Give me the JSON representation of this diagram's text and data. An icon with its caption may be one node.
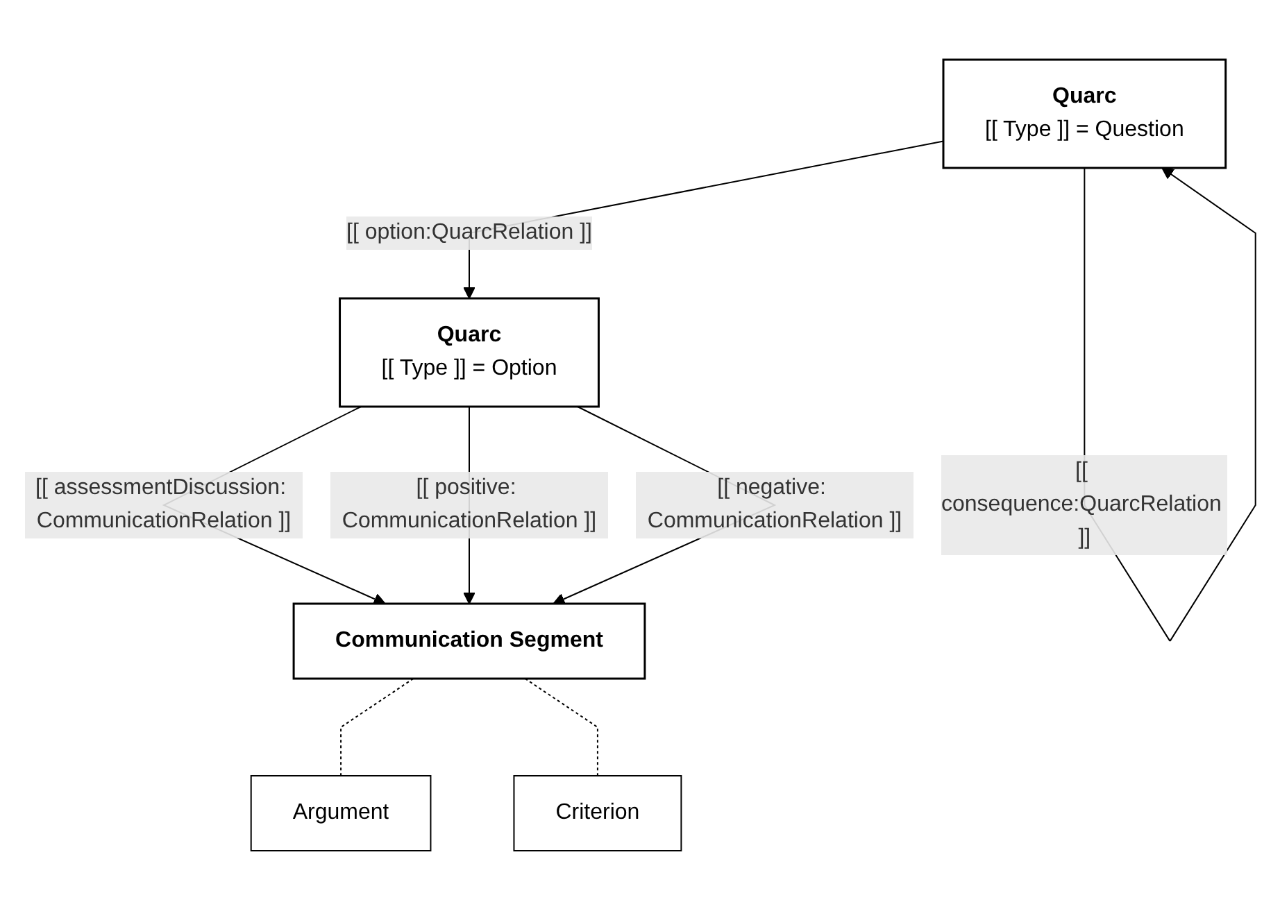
{
  "diagram": {
    "nodes": [
      {
        "text": [
          "Quarc",
          "[[ Type ]] = Question"
        ]
      },
      {
        "text": [
          "Quarc",
          "[[ Type ]] = Option"
        ]
      },
      {
        "text": [
          "Communication Segment"
        ]
      },
      {
        "text": [
          "Argument"
        ]
      },
      {
        "text": [
          "Criterion"
        ]
      }
    ],
    "edges": [
      {
        "from": 0,
        "to": 0,
        "arrow": "to",
        "label": "[[ consequence:QuarcRelation ]]"
      },
      {
        "from": 0,
        "to": 1,
        "arrow": "to",
        "label": "[[ option:QuarcRelation ]]"
      },
      {
        "from": 1,
        "to": 2,
        "arrow": "to",
        "label": "[[ assessmentDiscussion: CommunicationRelation ]]"
      },
      {
        "from": 1,
        "to": 2,
        "arrow": "to",
        "label": "[[ positive: CommunicationRelation ]]"
      },
      {
        "from": 1,
        "to": 2,
        "arrow": "to",
        "label": "[[ negative: CommunicationRelation ]]"
      },
      {
        "from": 2,
        "to": 3,
        "arrow": "none",
        "style": "dashed"
      },
      {
        "from": 2,
        "to": 4,
        "arrow": "none",
        "style": "dashed"
      }
    ]
  }
}
